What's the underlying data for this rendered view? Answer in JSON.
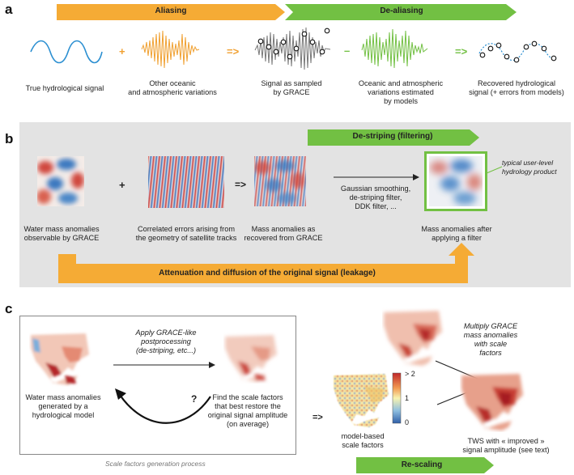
{
  "panel_a": {
    "letter": "a",
    "banner_aliasing": "Aliasing",
    "banner_dealiasing": "De-aliasing",
    "op_plus": "+",
    "op_implies1": "=>",
    "op_minus": "–",
    "op_implies2": "=>",
    "cap1": "True hydrological signal",
    "cap2_l1": "Other oceanic",
    "cap2_l2": "and atmospheric variations",
    "cap3_l1": "Signal as sampled",
    "cap3_l2": "by GRACE",
    "cap4_l1": "Oceanic and atmospheric",
    "cap4_l2": "variations estimated",
    "cap4_l3": "by models",
    "cap5_l1": "Recovered hydrological",
    "cap5_l2": "signal (+ errors from models)"
  },
  "panel_b": {
    "letter": "b",
    "banner_destriping": "De-striping (filtering)",
    "op_plus": "+",
    "op_implies": "=>",
    "cap1_l1": "Water mass anomalies",
    "cap1_l2": "observable by GRACE",
    "cap2_l1": "Correlated errors arising from",
    "cap2_l2": "the geometry of satellite tracks",
    "cap3_l1": "Mass anomalies as",
    "cap3_l2": "recovered from GRACE",
    "filter_l1": "Gaussian smoothing,",
    "filter_l2": "de-striping filter,",
    "filter_l3": "DDK filter, ...",
    "cap4_l1": "Mass anomalies after",
    "cap4_l2": "applying a filter",
    "note_l1": "typical user-level",
    "note_l2": "hydrology product",
    "leakage": "Attenuation and diffusion of the original signal (leakage)"
  },
  "panel_c": {
    "letter": "c",
    "apply_l1": "Apply GRACE-like",
    "apply_l2": "postprocessing",
    "apply_l3": "(de-striping, etc...)",
    "question": "?",
    "cap1_l1": "Water mass anomalies",
    "cap1_l2": "generated by a",
    "cap1_l3": "hydrological model",
    "cap2_l1": "Find the scale factors",
    "cap2_l2": "that best restore the",
    "cap2_l3": "original signal amplitude",
    "cap2_l4": "(on average)",
    "box_caption": "Scale factors generation process",
    "implies": "=>",
    "multiply_l1": "Multiply GRACE",
    "multiply_l2": "mass anomalies",
    "multiply_l3": "with scale",
    "multiply_l4": "factors",
    "colorbar_top": "> 2",
    "colorbar_mid": "1",
    "colorbar_bot": "0",
    "cap3_l1": "model-based",
    "cap3_l2": "scale factors",
    "cap4_l1": "TWS with « improved »",
    "cap4_l2": "signal amplitude (see text)",
    "banner_rescaling": "Re-scaling"
  },
  "colors": {
    "orange": "#f5ab35",
    "green": "#72c043",
    "panel_bg": "#e3e3e3",
    "blue_wave": "#2b8fd1"
  }
}
